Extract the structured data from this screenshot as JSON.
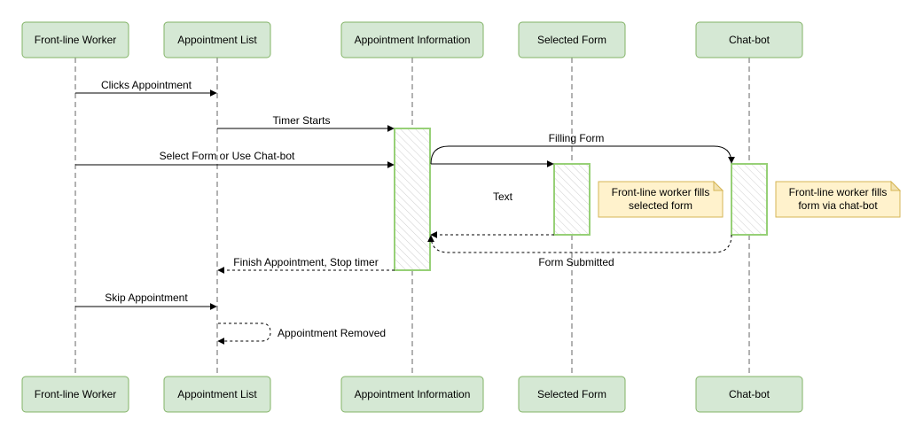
{
  "participants": [
    {
      "id": "worker",
      "label": "Front-line Worker"
    },
    {
      "id": "list",
      "label": "Appointment List"
    },
    {
      "id": "info",
      "label": "Appointment Information"
    },
    {
      "id": "form",
      "label": "Selected Form"
    },
    {
      "id": "chatbot",
      "label": "Chat-bot"
    }
  ],
  "messages": {
    "clicks_appointment": "Clicks Appointment",
    "timer_starts": "Timer Starts",
    "select_form_or_chatbot": "Select Form or Use Chat-bot",
    "filling_form": "Filling Form",
    "text": "Text",
    "finish_appointment": "Finish Appointment, Stop timer",
    "form_submitted": "Form Submitted",
    "skip_appointment": "Skip Appointment",
    "appointment_removed": "Appointment Removed"
  },
  "notes": {
    "form_note": [
      "Front-line worker fills",
      "selected form"
    ],
    "chatbot_note": [
      "Front-line worker fills",
      "form via chat-bot"
    ]
  },
  "colors": {
    "participant_fill": "#d5e8d4",
    "participant_stroke": "#82b366",
    "activation_stroke": "#97d077",
    "note_fill": "#fff2cc",
    "note_stroke": "#d6b656",
    "lifeline": "#999999"
  }
}
